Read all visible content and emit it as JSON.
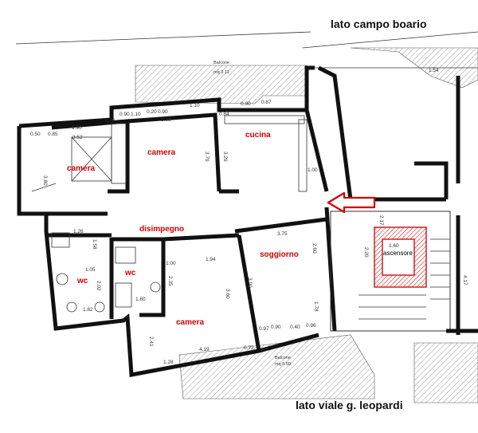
{
  "labels": {
    "top_side": "lato campo boario",
    "bottom_side": "lato viale g. leopardi"
  },
  "rooms": {
    "camera_left": "camera",
    "camera_top": "camera",
    "cucina": "cucina",
    "disimpegno": "disimpegno",
    "soggiorno": "soggiorno",
    "wc_left": "wc",
    "wc_right": "wc",
    "camera_bottom": "camera",
    "ascensore": "ascensore"
  },
  "dims": {
    "d_050": "0.50",
    "d_085": "0.85",
    "d_190": "1.90",
    "d_352": "3.52",
    "d_076": "0.76",
    "d_090a": "0.90",
    "d_110a": "1.10",
    "d_020": "0.20",
    "d_090b": "0.90",
    "d_110b": "1.10",
    "d_338": "3.38",
    "d_084": "0.84",
    "d_090c": "0.90",
    "d_087": "0.87",
    "d_379": "3.79",
    "d_329": "3.29",
    "d_380": "3.80",
    "d_100a": "1.00",
    "d_126": "1.26",
    "d_158": "1.58",
    "d_105": "1.05",
    "d_202": "2.02",
    "d_182": "1.82",
    "d_375": "3.75",
    "d_260": "2.60",
    "d_100b": "1.00",
    "d_194": "1.94",
    "d_235": "2.35",
    "d_180": "1.80",
    "d_360": "3.60",
    "d_390": "3.90",
    "d_178": "1.78",
    "d_097": "0.97",
    "d_090d": "0.90",
    "d_040": "0.40",
    "d_096": "0.96",
    "d_241": "2.41",
    "d_419": "4.19",
    "d_072": "0.72",
    "d_128": "1.28",
    "d_160": "1.60",
    "d_220": "2.20",
    "d_217": "2.17",
    "d_417": "4.17",
    "d_154": "1.54"
  },
  "balcony": {
    "top": "Balcone",
    "top_mq": "mq 3.12",
    "bottom": "Balcone",
    "bottom_mq": "mq 8.50"
  },
  "colors": {
    "room_label": "#d40000",
    "arrow": "#d40000",
    "elevator_hatch": "#cc2222"
  }
}
